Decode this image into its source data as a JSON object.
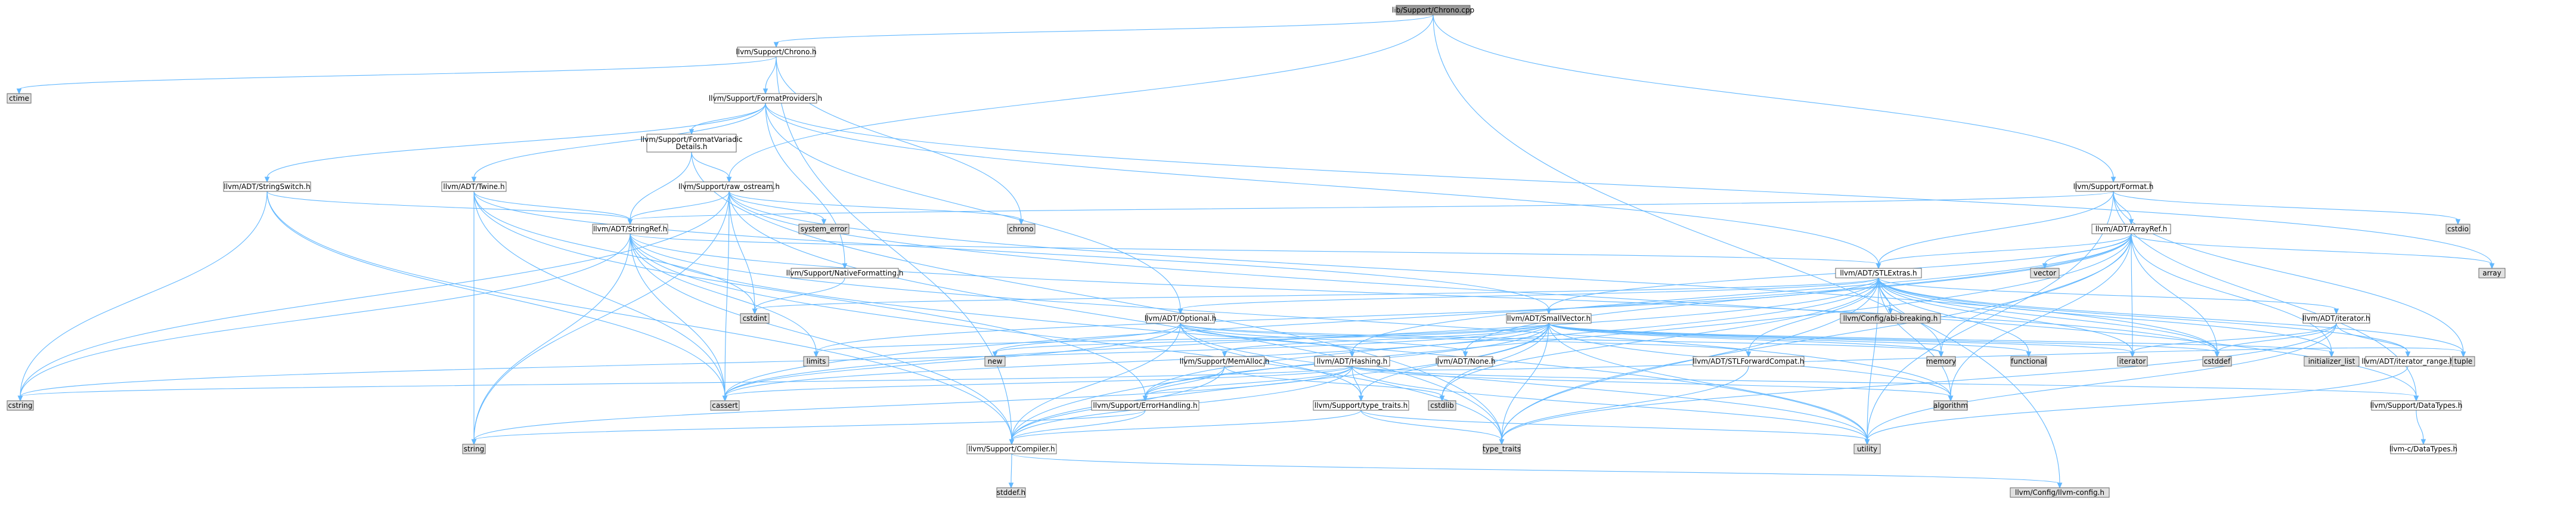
{
  "graph": {
    "colors": {
      "edge": "#63b8ff",
      "edge_broken": "#ff0000",
      "node_fill": "#ffffff",
      "node_system_fill": "#e0e0e0",
      "node_root_fill": "#999999",
      "node_border": "#666666",
      "node_truncated_border": "#ff0000"
    },
    "nodes": [
      {
        "id": "n_chrono_cpp",
        "label": "lib/Support/Chrono.cpp",
        "kind": "root"
      },
      {
        "id": "n_support_chrono_h",
        "label": "llvm/Support/Chrono.h",
        "kind": "file"
      },
      {
        "id": "n_ctime",
        "label": "ctime",
        "kind": "system"
      },
      {
        "id": "n_formatproviders",
        "label": "llvm/Support/FormatProviders.h",
        "kind": "file"
      },
      {
        "id": "n_formatvariadic_details",
        "label": "llvm/Support/FormatVariadic\nDetails.h",
        "kind": "file"
      },
      {
        "id": "n_stringswitch",
        "label": "llvm/ADT/StringSwitch.h",
        "kind": "file"
      },
      {
        "id": "n_twine",
        "label": "llvm/ADT/Twine.h",
        "kind": "file"
      },
      {
        "id": "n_raw_ostream",
        "label": "llvm/Support/raw_ostream.h",
        "kind": "file"
      },
      {
        "id": "n_system_error",
        "label": "system_error",
        "kind": "system"
      },
      {
        "id": "n_chrono",
        "label": "chrono",
        "kind": "system"
      },
      {
        "id": "n_format_h",
        "label": "llvm/Support/Format.h",
        "kind": "file"
      },
      {
        "id": "n_cstdio",
        "label": "cstdio",
        "kind": "system"
      },
      {
        "id": "n_stringref",
        "label": "llvm/ADT/StringRef.h",
        "kind": "file"
      },
      {
        "id": "n_arrayref",
        "label": "llvm/ADT/ArrayRef.h",
        "kind": "file"
      },
      {
        "id": "n_array",
        "label": "array",
        "kind": "system"
      },
      {
        "id": "n_vector",
        "label": "vector",
        "kind": "system"
      },
      {
        "id": "n_nativeformatting",
        "label": "llvm/Support/NativeFormatting.h",
        "kind": "file"
      },
      {
        "id": "n_stlextras",
        "label": "llvm/ADT/STLExtras.h",
        "kind": "file"
      },
      {
        "id": "n_abi_breaking",
        "label": "llvm/Config/abi-breaking.h",
        "kind": "system"
      },
      {
        "id": "n_cstdint",
        "label": "cstdint",
        "kind": "system"
      },
      {
        "id": "n_optional",
        "label": "llvm/ADT/Optional.h",
        "kind": "file"
      },
      {
        "id": "n_smallvector",
        "label": "llvm/ADT/SmallVector.h",
        "kind": "file"
      },
      {
        "id": "n_iterator_h",
        "label": "llvm/ADT/iterator.h",
        "kind": "file"
      },
      {
        "id": "n_limits",
        "label": "limits",
        "kind": "system"
      },
      {
        "id": "n_new",
        "label": "new",
        "kind": "system"
      },
      {
        "id": "n_memalloc",
        "label": "llvm/Support/MemAlloc.h",
        "kind": "file"
      },
      {
        "id": "n_hashing",
        "label": "llvm/ADT/Hashing.h",
        "kind": "truncated"
      },
      {
        "id": "n_none",
        "label": "llvm/ADT/None.h",
        "kind": "file"
      },
      {
        "id": "n_stlforwardcompat",
        "label": "llvm/ADT/STLForwardCompat.h",
        "kind": "file"
      },
      {
        "id": "n_memory",
        "label": "memory",
        "kind": "system"
      },
      {
        "id": "n_functional",
        "label": "functional",
        "kind": "system"
      },
      {
        "id": "n_iterator",
        "label": "iterator",
        "kind": "system"
      },
      {
        "id": "n_cstddef",
        "label": "cstddef",
        "kind": "system"
      },
      {
        "id": "n_iterator_range",
        "label": "llvm/ADT/iterator_range.h",
        "kind": "file"
      },
      {
        "id": "n_initializer_list",
        "label": "initializer_list",
        "kind": "system"
      },
      {
        "id": "n_tuple",
        "label": "tuple",
        "kind": "system"
      },
      {
        "id": "n_cstring",
        "label": "cstring",
        "kind": "system"
      },
      {
        "id": "n_cassert",
        "label": "cassert",
        "kind": "system"
      },
      {
        "id": "n_errorhandling",
        "label": "llvm/Support/ErrorHandling.h",
        "kind": "file"
      },
      {
        "id": "n_cstdlib",
        "label": "cstdlib",
        "kind": "system"
      },
      {
        "id": "n_type_traits_h",
        "label": "llvm/Support/type_traits.h",
        "kind": "file"
      },
      {
        "id": "n_algorithm",
        "label": "algorithm",
        "kind": "system"
      },
      {
        "id": "n_datatypes_h",
        "label": "llvm/Support/DataTypes.h",
        "kind": "file"
      },
      {
        "id": "n_c_datatypes",
        "label": "llvm-c/DataTypes.h",
        "kind": "truncated"
      },
      {
        "id": "n_string",
        "label": "string",
        "kind": "system"
      },
      {
        "id": "n_compiler",
        "label": "llvm/Support/Compiler.h",
        "kind": "file"
      },
      {
        "id": "n_type_traits",
        "label": "type_traits",
        "kind": "system"
      },
      {
        "id": "n_utility",
        "label": "utility",
        "kind": "system"
      },
      {
        "id": "n_stddef",
        "label": "stddef.h",
        "kind": "system"
      },
      {
        "id": "n_llvm_config",
        "label": "llvm/Config/llvm-config.h",
        "kind": "system"
      }
    ]
  }
}
